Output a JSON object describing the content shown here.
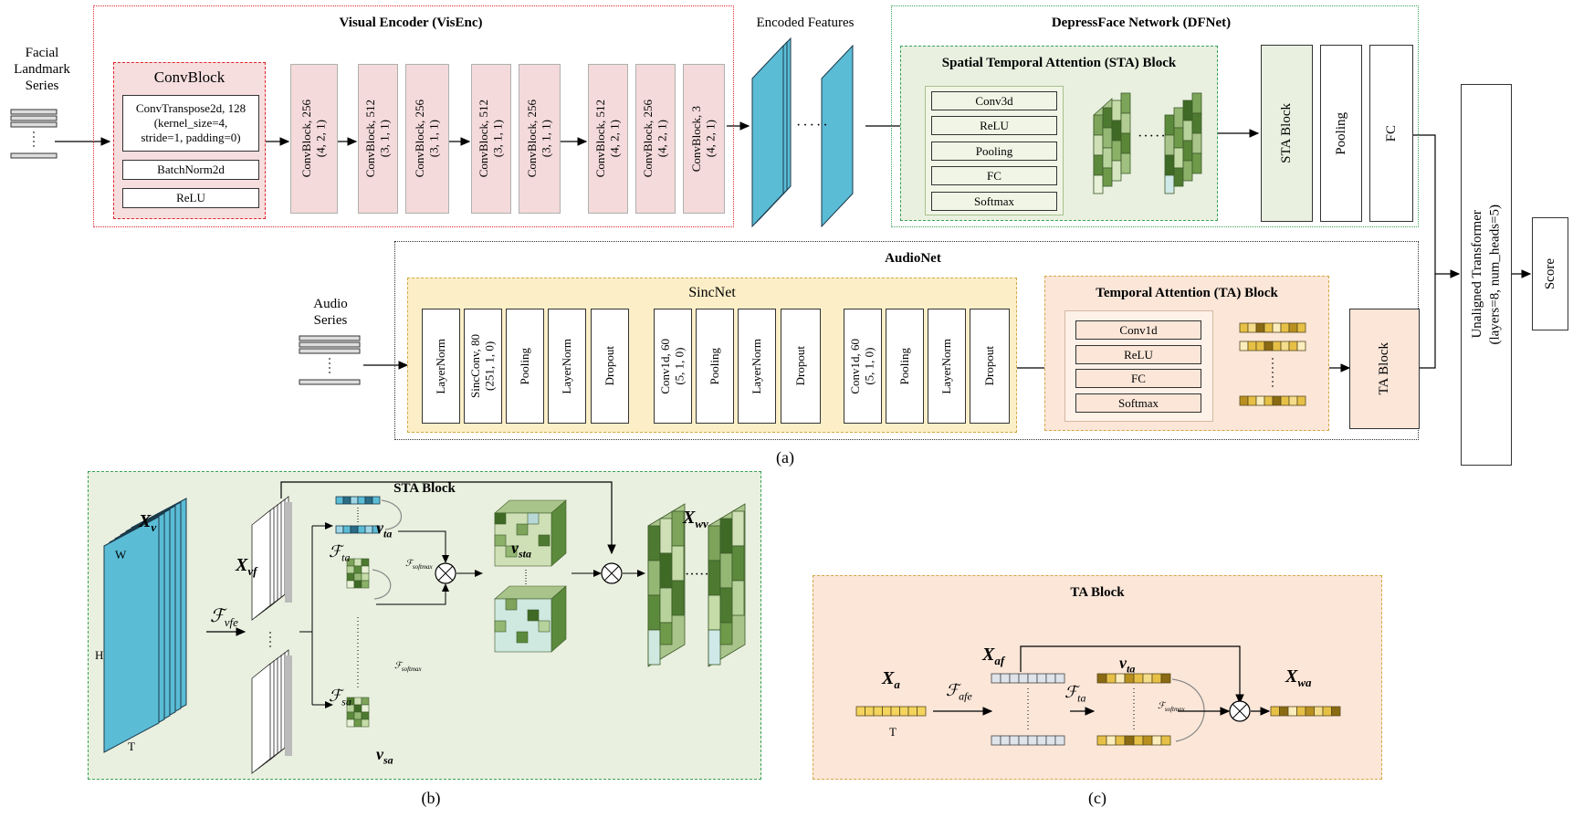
{
  "inputs": {
    "facial_lines": [
      "Facial",
      "Landmark",
      "Series"
    ],
    "audio_lines": [
      "Audio",
      "Series"
    ]
  },
  "visenc": {
    "title": "Visual Encoder (VisEnc)",
    "convblock_title": "ConvBlock",
    "convblock_items": [
      [
        "ConvTranspose2d, 128",
        "(kernel_size=4,",
        "stride=1, padding=0)"
      ],
      [
        "BatchNorm2d"
      ],
      [
        "ReLU"
      ]
    ],
    "blocks": [
      [
        "ConvBlock, 256",
        "(4, 2, 1)"
      ],
      [
        "ConvBlock, 512",
        "(3, 1, 1)"
      ],
      [
        "ConvBlock, 256",
        "(3, 1, 1)"
      ],
      [
        "ConvBlock, 512",
        "(3, 1, 1)"
      ],
      [
        "ConvBlock, 256",
        "(3, 1, 1)"
      ],
      [
        "ConvBlock, 512",
        "(4, 2, 1)"
      ],
      [
        "ConvBlock, 256",
        "(4, 2, 1)"
      ],
      [
        "ConvBlock, 3",
        "(4, 2, 1)"
      ]
    ]
  },
  "encoded_label": "Encoded Features",
  "dfnet": {
    "title": "DepressFace Network (DFNet)",
    "sta_title": "Spatial Temporal Attention (STA) Block",
    "sta_items": [
      "Conv3d",
      "ReLU",
      "Pooling",
      "FC",
      "Softmax"
    ],
    "side": [
      "STA Block",
      "Pooling",
      "FC"
    ]
  },
  "audionet": {
    "title": "AudioNet",
    "sincnet_title": "SincNet",
    "layers": [
      [
        "LayerNorm"
      ],
      [
        "SincConv, 80",
        "(251, 1, 0)"
      ],
      [
        "Pooling"
      ],
      [
        "LayerNorm"
      ],
      [
        "Dropout"
      ],
      [
        "Conv1d, 60",
        "(5, 1, 0)"
      ],
      [
        "Pooling"
      ],
      [
        "LayerNorm"
      ],
      [
        "Dropout"
      ],
      [
        "Conv1d, 60",
        "(5, 1, 0)"
      ],
      [
        "Pooling"
      ],
      [
        "LayerNorm"
      ],
      [
        "Dropout"
      ]
    ],
    "ta_title": "Temporal Attention (TA) Block",
    "ta_items": [
      "Conv1d",
      "ReLU",
      "FC",
      "Softmax"
    ],
    "ta_block": "TA Block"
  },
  "transformer": [
    "Unaligned Transformer",
    "(layers=8, num_heads=5)"
  ],
  "score": "Score",
  "captions": {
    "a": "(a)",
    "b": "(b)",
    "c": "(c)"
  },
  "sta_panel": {
    "title": "STA Block",
    "xv": "X",
    "xv_sub": "v",
    "w": "W",
    "h": "H",
    "t": "T",
    "fvfe": "ℱ",
    "fvfe_sub": "vfe",
    "xvf": "X",
    "xvf_sub": "vf",
    "fta": "ℱ",
    "fta_sub": "ta",
    "fsa": "ℱ",
    "fsa_sub": "sa",
    "vta": "v",
    "vta_sub": "ta",
    "vsa": "v",
    "vsa_sub": "sa",
    "vsta": "v",
    "vsta_sub": "sta",
    "xwv": "X",
    "xwv_sub": "wv",
    "fsoftmax": "ℱ",
    "fsoftmax_sub": "softmax"
  },
  "ta_panel": {
    "title": "TA Block",
    "xa": "X",
    "xa_sub": "a",
    "t": "T",
    "fafe": "ℱ",
    "fafe_sub": "afe",
    "xaf": "X",
    "xaf_sub": "af",
    "fta": "ℱ",
    "fta_sub": "ta",
    "vta": "v",
    "vta_sub": "ta",
    "xwa": "X",
    "xwa_sub": "wa",
    "fsoftmax": "ℱ",
    "fsoftmax_sub": "softmax"
  },
  "colors": {
    "pink": "#f4dada",
    "green_panel": "#eaf0e0",
    "yellow_panel": "#fcefc8",
    "peach_panel": "#fbe6d8",
    "feature_blue": "#5bbcd6",
    "gold": "#e6c046"
  }
}
